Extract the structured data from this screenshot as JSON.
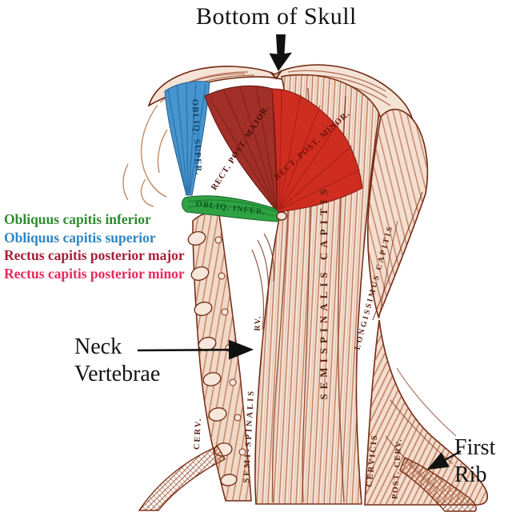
{
  "annotations": {
    "skull": {
      "text": "Bottom of Skull"
    },
    "neck": {
      "line1": "Neck",
      "line2": "Vertebrae"
    },
    "rib": {
      "line1": "First",
      "line2": "Rib"
    }
  },
  "legend": {
    "items": [
      {
        "label": "Obliquus capitis inferior",
        "color": "#2e8b2e"
      },
      {
        "label": "Obliquus capitis superior",
        "color": "#2e86c4"
      },
      {
        "label": "Rectus capitis posterior major",
        "color": "#a51f37"
      },
      {
        "label": "Rectus capitis posterior minor",
        "color": "#e8295c"
      }
    ]
  },
  "muscles": {
    "obliquus_superior": {
      "label": "OBLIQ. SUPER.",
      "color": "#4695ce"
    },
    "obliquus_inferior": {
      "label": "OBLIQ. INFER.",
      "color": "#2fa244"
    },
    "rectus_major": {
      "label": "RECT. POST. MAJOR.",
      "color": "#a23028"
    },
    "rectus_minor": {
      "label": "RECT. POST. MINOR.",
      "color": "#ce2d20"
    }
  },
  "engraving_labels": {
    "semispinalis_capitis": "SEMISPINALIS CAPITIS",
    "longissimus_capitis": "LONGISSIMUS CAPITIS",
    "semi_spinalis": "SEMI-SPINALIS",
    "cerv": "CERV.",
    "rv": "RV.",
    "cervicis": "CERVICIS",
    "post_cerv": "POST. CERV."
  }
}
